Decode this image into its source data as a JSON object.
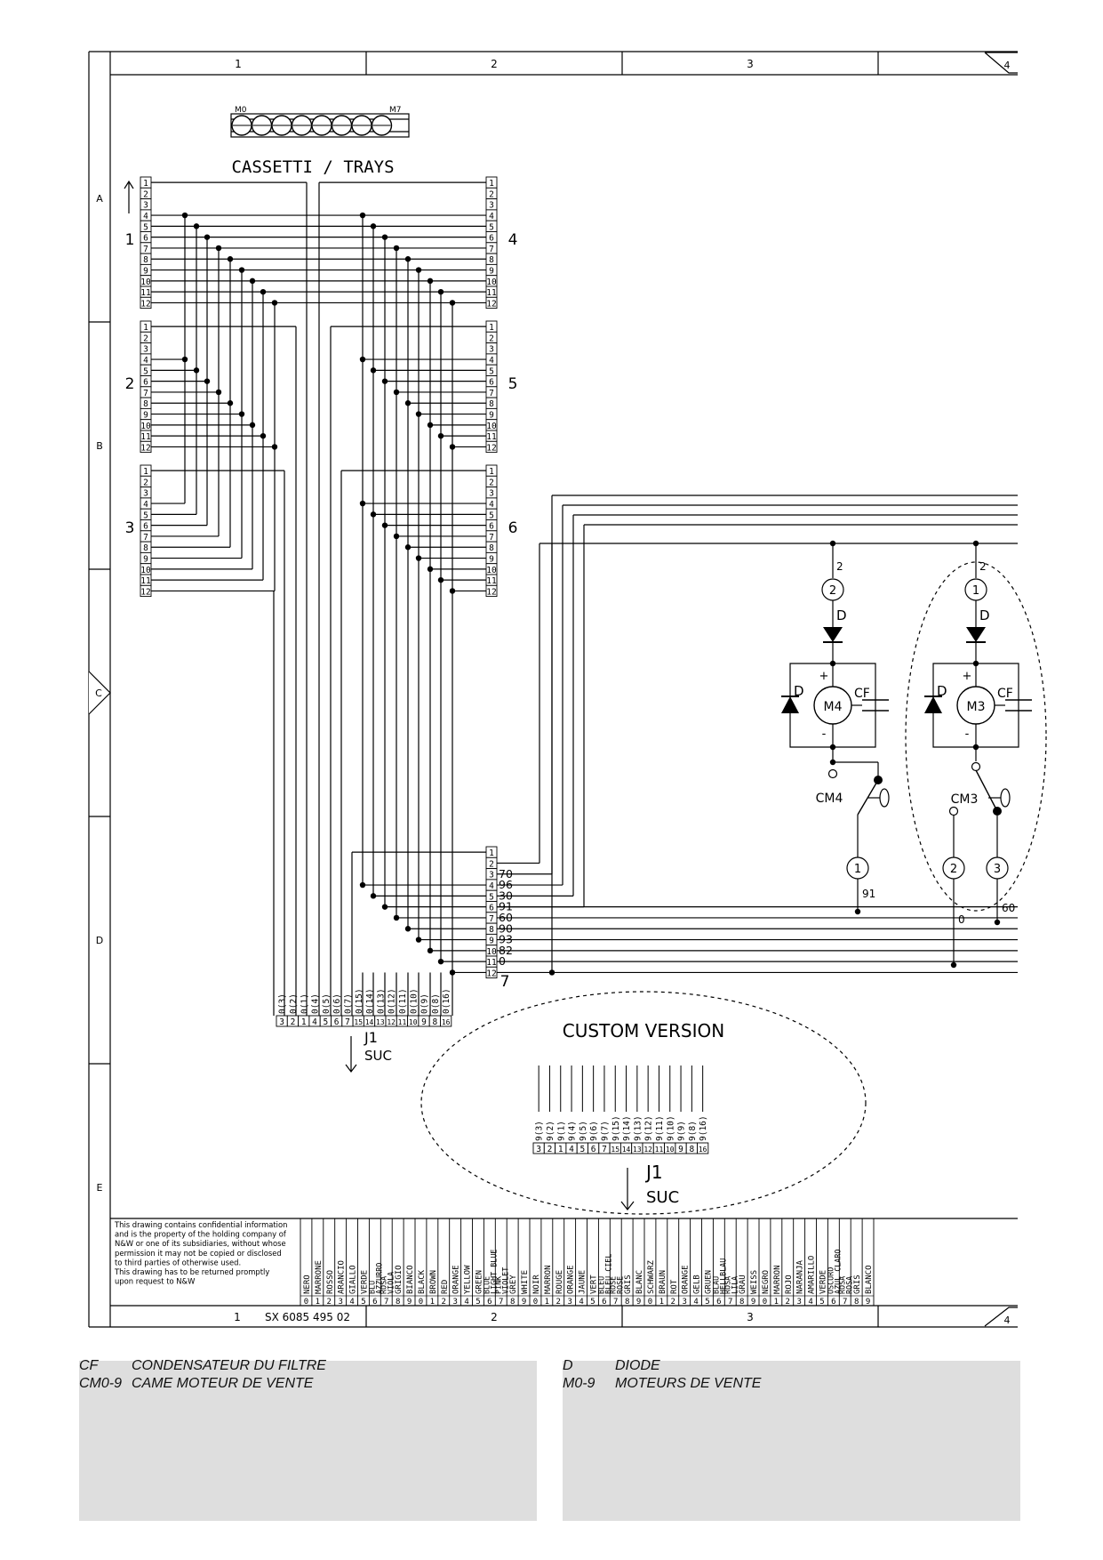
{
  "frame": {
    "columns": [
      "1",
      "2",
      "3",
      "4"
    ],
    "rows": [
      "A",
      "B",
      "C",
      "D",
      "E"
    ]
  },
  "motor_strip": {
    "left_label": "M0",
    "right_label": "M7"
  },
  "title": "CASSETTI / TRAYS",
  "trays": {
    "pins": [
      "1",
      "2",
      "3",
      "4",
      "5",
      "6",
      "7",
      "8",
      "9",
      "10",
      "11",
      "12"
    ],
    "left_numbers": [
      "1",
      "2",
      "3"
    ],
    "right_numbers": [
      "4",
      "5",
      "6"
    ]
  },
  "j7": {
    "pins": [
      "1",
      "2",
      "3",
      "4",
      "5",
      "6",
      "7",
      "8",
      "9",
      "10",
      "11",
      "12"
    ],
    "wires": [
      "",
      "",
      "70",
      "96",
      "30",
      "91",
      "60",
      "90",
      "93",
      "82",
      "0",
      ""
    ],
    "number": "7"
  },
  "j1": {
    "wire_codes": [
      "0(3)",
      "0(2)",
      "0(1)",
      "0(4)",
      "0(5)",
      "0(6)",
      "0(7)",
      "0(15)",
      "0(14)",
      "0(13)",
      "0(12)",
      "0(11)",
      "0(10)",
      "0(9)",
      "0(8)",
      "0(16)"
    ],
    "pins": [
      "3",
      "2",
      "1",
      "4",
      "5",
      "6",
      "7",
      "15",
      "14",
      "13",
      "12",
      "11",
      "10",
      "9",
      "8",
      "16"
    ],
    "label": "J1",
    "sub": "SUC"
  },
  "custom": {
    "title": "CUSTOM VERSION",
    "wire_codes": [
      "9(3)",
      "9(2)",
      "9(1)",
      "9(4)",
      "9(5)",
      "9(6)",
      "9(7)",
      "9(15)",
      "9(14)",
      "9(13)",
      "9(12)",
      "9(11)",
      "9(10)",
      "9(9)",
      "9(8)",
      "9(16)"
    ],
    "pins": [
      "3",
      "2",
      "1",
      "4",
      "5",
      "6",
      "7",
      "15",
      "14",
      "13",
      "12",
      "11",
      "10",
      "9",
      "8",
      "16"
    ],
    "label": "J1",
    "sub": "SUC"
  },
  "motor_circuits": [
    {
      "motor": "M4",
      "diode": "D",
      "cap": "CF",
      "cam": "CM4",
      "plus": "+",
      "minus": "-",
      "top_node": "2",
      "top_wire": "2",
      "bottom_node": "1",
      "bottom_wire": "91"
    },
    {
      "motor": "M3",
      "diode": "D",
      "cap": "CF",
      "cam": "CM3",
      "plus": "+",
      "minus": "-",
      "top_node": "1",
      "top_wire": "2",
      "node_left": "2",
      "node_right": "3",
      "wire_left": "0",
      "wire_right": "60"
    }
  ],
  "notice": [
    "This drawing contains confidential information",
    "and is the property of the holding company of",
    "N&W or one of its subsidiaries, without whose",
    "permission it may not be copied or disclosed",
    "to third parties of otherwise used.",
    "This drawing has to be returned promptly",
    "upon request to N&W"
  ],
  "color_table": [
    {
      "code": "0",
      "names": [
        "NERO"
      ]
    },
    {
      "code": "1",
      "names": [
        "MARRONE"
      ]
    },
    {
      "code": "2",
      "names": [
        "ROSSO"
      ]
    },
    {
      "code": "3",
      "names": [
        "ARANCIO"
      ]
    },
    {
      "code": "4",
      "names": [
        "GIALLO"
      ]
    },
    {
      "code": "5",
      "names": [
        "VERDE"
      ]
    },
    {
      "code": "6",
      "names": [
        "BLU",
        "AZZURRO"
      ]
    },
    {
      "code": "7",
      "names": [
        "ROSA",
        "VIOLA"
      ]
    },
    {
      "code": "8",
      "names": [
        "GRIGIO"
      ]
    },
    {
      "code": "9",
      "names": [
        "BIANCO"
      ]
    },
    {
      "code": "0",
      "names": [
        "BLACK"
      ]
    },
    {
      "code": "1",
      "names": [
        "BROWN"
      ]
    },
    {
      "code": "2",
      "names": [
        "RED"
      ]
    },
    {
      "code": "3",
      "names": [
        "ORANGE"
      ]
    },
    {
      "code": "4",
      "names": [
        "YELLOW"
      ]
    },
    {
      "code": "5",
      "names": [
        "GREEN"
      ]
    },
    {
      "code": "6",
      "names": [
        "BLUE",
        "LIGHT BLUE"
      ]
    },
    {
      "code": "7",
      "names": [
        "PINK",
        "VIOLET"
      ]
    },
    {
      "code": "8",
      "names": [
        "GREY"
      ]
    },
    {
      "code": "9",
      "names": [
        "WHITE"
      ]
    },
    {
      "code": "0",
      "names": [
        "NOIR"
      ]
    },
    {
      "code": "1",
      "names": [
        "MARRON"
      ]
    },
    {
      "code": "2",
      "names": [
        "ROUGE"
      ]
    },
    {
      "code": "3",
      "names": [
        "ORANGE"
      ]
    },
    {
      "code": "4",
      "names": [
        "JAUNE"
      ]
    },
    {
      "code": "5",
      "names": [
        "VERT"
      ]
    },
    {
      "code": "6",
      "names": [
        "BLEU",
        "BLEU CIEL"
      ]
    },
    {
      "code": "7",
      "names": [
        "ROSE",
        "ROSE"
      ]
    },
    {
      "code": "8",
      "names": [
        "GRIS"
      ]
    },
    {
      "code": "9",
      "names": [
        "BLANC"
      ]
    },
    {
      "code": "0",
      "names": [
        "SCHWARZ"
      ]
    },
    {
      "code": "1",
      "names": [
        "BRAUN"
      ]
    },
    {
      "code": "2",
      "names": [
        "ROT"
      ]
    },
    {
      "code": "3",
      "names": [
        "ORANGE"
      ]
    },
    {
      "code": "4",
      "names": [
        "GELB"
      ]
    },
    {
      "code": "5",
      "names": [
        "GRUEN"
      ]
    },
    {
      "code": "6",
      "names": [
        "BLAU",
        "HELLBLAU"
      ]
    },
    {
      "code": "7",
      "names": [
        "ROSA",
        "LILA"
      ]
    },
    {
      "code": "8",
      "names": [
        "GRAU"
      ]
    },
    {
      "code": "9",
      "names": [
        "WEISS"
      ]
    },
    {
      "code": "0",
      "names": [
        "NEGRO"
      ]
    },
    {
      "code": "1",
      "names": [
        "MARRON"
      ]
    },
    {
      "code": "2",
      "names": [
        "ROJO"
      ]
    },
    {
      "code": "3",
      "names": [
        "NARANJA"
      ]
    },
    {
      "code": "4",
      "names": [
        "AMARILLO"
      ]
    },
    {
      "code": "5",
      "names": [
        "VERDE"
      ]
    },
    {
      "code": "6",
      "names": [
        "OSCURO",
        "AZUL CLARO"
      ]
    },
    {
      "code": "7",
      "names": [
        "ROSA",
        "ROSA"
      ]
    },
    {
      "code": "8",
      "names": [
        "GRIS"
      ]
    },
    {
      "code": "9",
      "names": [
        "BLANCO"
      ]
    }
  ],
  "title_block": {
    "sheet": "1",
    "drawing_number": "SX 6085 495 02",
    "col2": "2",
    "col3": "3",
    "col4": "4"
  },
  "legend": {
    "left": [
      {
        "abbr": "CF",
        "desc": "CONDENSATEUR DU FILTRE"
      },
      {
        "abbr": "CM0-9",
        "desc": "CAME MOTEUR DE VENTE"
      }
    ],
    "right": [
      {
        "abbr": "D",
        "desc": "DIODE"
      },
      {
        "abbr": "M0-9",
        "desc": "MOTEURS DE VENTE"
      }
    ]
  }
}
